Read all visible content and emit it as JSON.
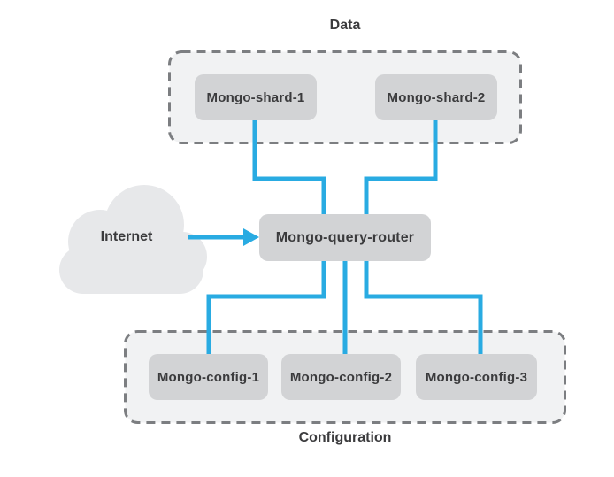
{
  "diagram": {
    "groups": {
      "data": {
        "label": "Data",
        "nodes": [
          "Mongo-shard-1",
          "Mongo-shard-2"
        ]
      },
      "configuration": {
        "label": "Configuration",
        "nodes": [
          "Mongo-config-1",
          "Mongo-config-2",
          "Mongo-config-3"
        ]
      }
    },
    "router": {
      "label": "Mongo-query-router"
    },
    "internet": {
      "label": "Internet"
    },
    "connections": [
      {
        "from": "Mongo-shard-1",
        "to": "Mongo-query-router"
      },
      {
        "from": "Mongo-shard-2",
        "to": "Mongo-query-router"
      },
      {
        "from": "Internet",
        "to": "Mongo-query-router"
      },
      {
        "from": "Mongo-query-router",
        "to": "Mongo-config-1"
      },
      {
        "from": "Mongo-query-router",
        "to": "Mongo-config-2"
      },
      {
        "from": "Mongo-query-router",
        "to": "Mongo-config-3"
      }
    ],
    "colors": {
      "connector": "#29abe2",
      "node_fill": "#d2d3d5",
      "group_fill": "#f1f2f3",
      "group_border": "#7c7e81",
      "cloud_fill": "#e7e8ea",
      "text": "#3b3b3d"
    }
  }
}
